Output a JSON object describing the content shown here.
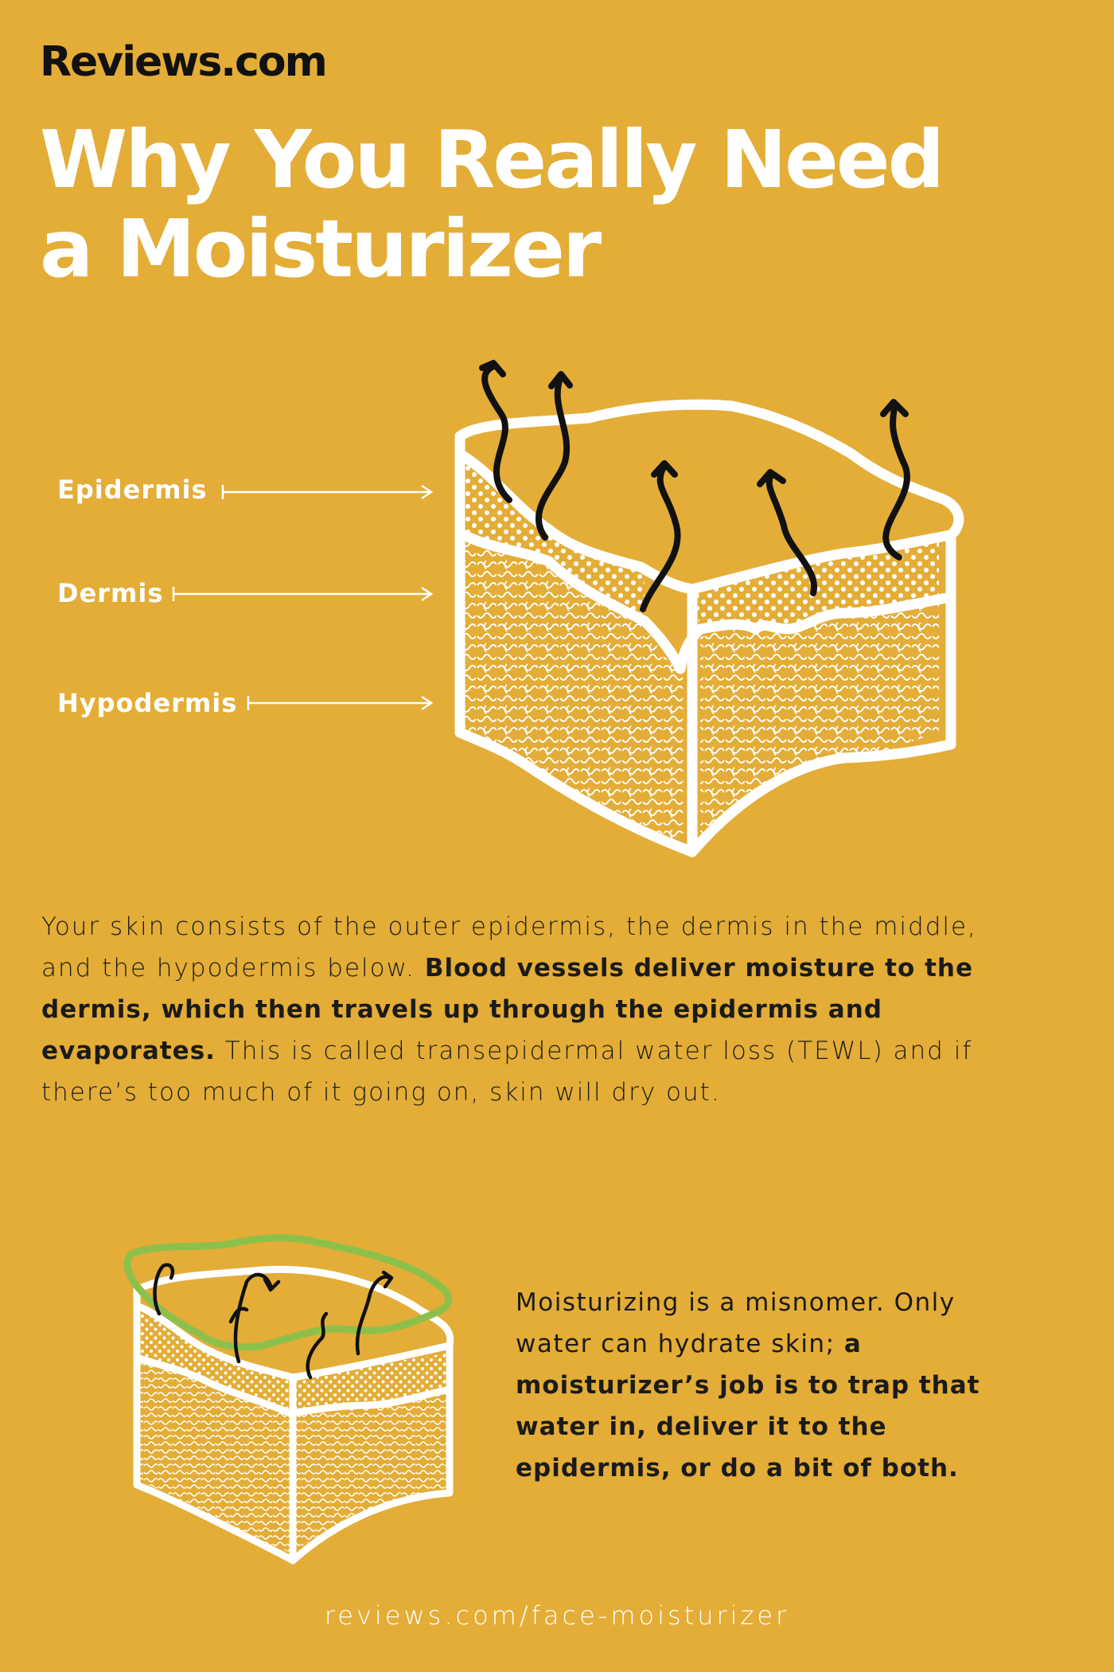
{
  "brand": "Reviews.com",
  "title": {
    "line1": "Why You Really Need",
    "line2": "a Moisturizer"
  },
  "diagram": {
    "labels": [
      "Epidermis",
      "Dermis",
      "Hypodermis"
    ]
  },
  "paragraph1": {
    "pre": "Your skin consists of the outer epidermis, the dermis in the middle, and the hypodermis below. ",
    "bold": "Blood vessels deliver moisture to the dermis, which then travels up through the epidermis and evaporates.",
    "post": " This is called transepidermal water loss (TEWL) and if there’s too much of it going on, skin will dry out."
  },
  "paragraph2": {
    "pre": "Moisturizing is a misnomer. Only water can hydrate skin; ",
    "bold": "a moisturizer’s job is to trap that water in, deliver it to the epidermis, or do a bit of both."
  },
  "footer": "reviews.com/face-moisturizer",
  "colors": {
    "background": "#e3ad37",
    "text": "#1b1b1b",
    "white": "#ffffff",
    "barrier": "#8dc04b"
  }
}
